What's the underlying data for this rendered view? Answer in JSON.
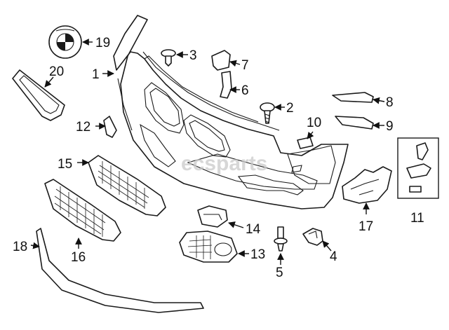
{
  "watermark": "ecsparts",
  "callouts": {
    "c1": "1",
    "c2": "2",
    "c3": "3",
    "c4": "4",
    "c5": "5",
    "c6": "6",
    "c7": "7",
    "c8": "8",
    "c9": "9",
    "c10": "10",
    "c11": "11",
    "c12": "12",
    "c13": "13",
    "c14": "14",
    "c15": "15",
    "c16": "16",
    "c17": "17",
    "c18": "18",
    "c19": "19",
    "c20": "20"
  }
}
